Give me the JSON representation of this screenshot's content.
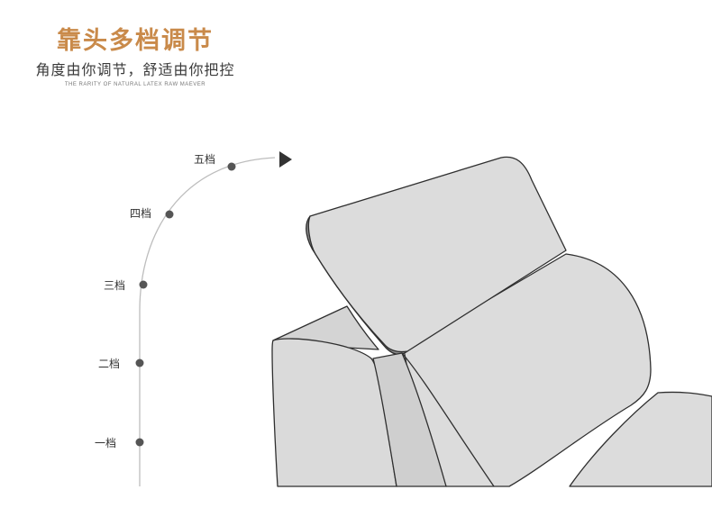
{
  "header": {
    "title": "靠头多档调节",
    "subtitle": "角度由你调节，舒适由你把控",
    "tagline": "THE RARITY OF NATURAL LATEX RAW MAEVER"
  },
  "gears": {
    "labels": [
      "一档",
      "二档",
      "三档",
      "四档",
      "五档"
    ]
  },
  "colors": {
    "accent": "#c98a4a",
    "dot": "#555555",
    "sofa_fill": "#d9d9d9",
    "sofa_dark": "#8a8a8a",
    "outline": "#2f2f2f"
  }
}
